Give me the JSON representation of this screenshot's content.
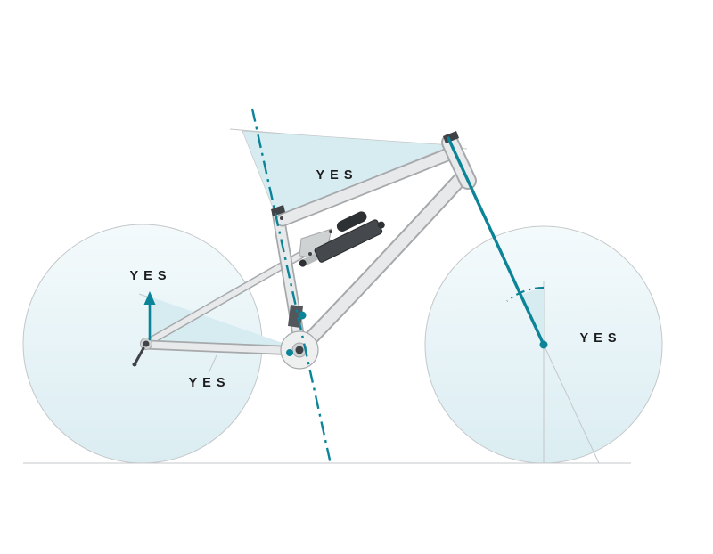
{
  "diagram": {
    "labels": {
      "top": "YES",
      "left": "YES",
      "bottom": "YES",
      "right": "YES"
    },
    "colors": {
      "accent_teal": "#0c8498",
      "wedge_fill": "#d7ecf1",
      "wheel_fill_top": "#f4fafc",
      "wheel_fill_bottom": "#dbedf2",
      "guide_line": "#c3c7c9",
      "frame_fill": "#e8e9ea",
      "frame_outline": "#a6a9ab",
      "frame_dark": "#3f4246",
      "label_text": "#1c1c1e",
      "background": "#ffffff"
    }
  }
}
